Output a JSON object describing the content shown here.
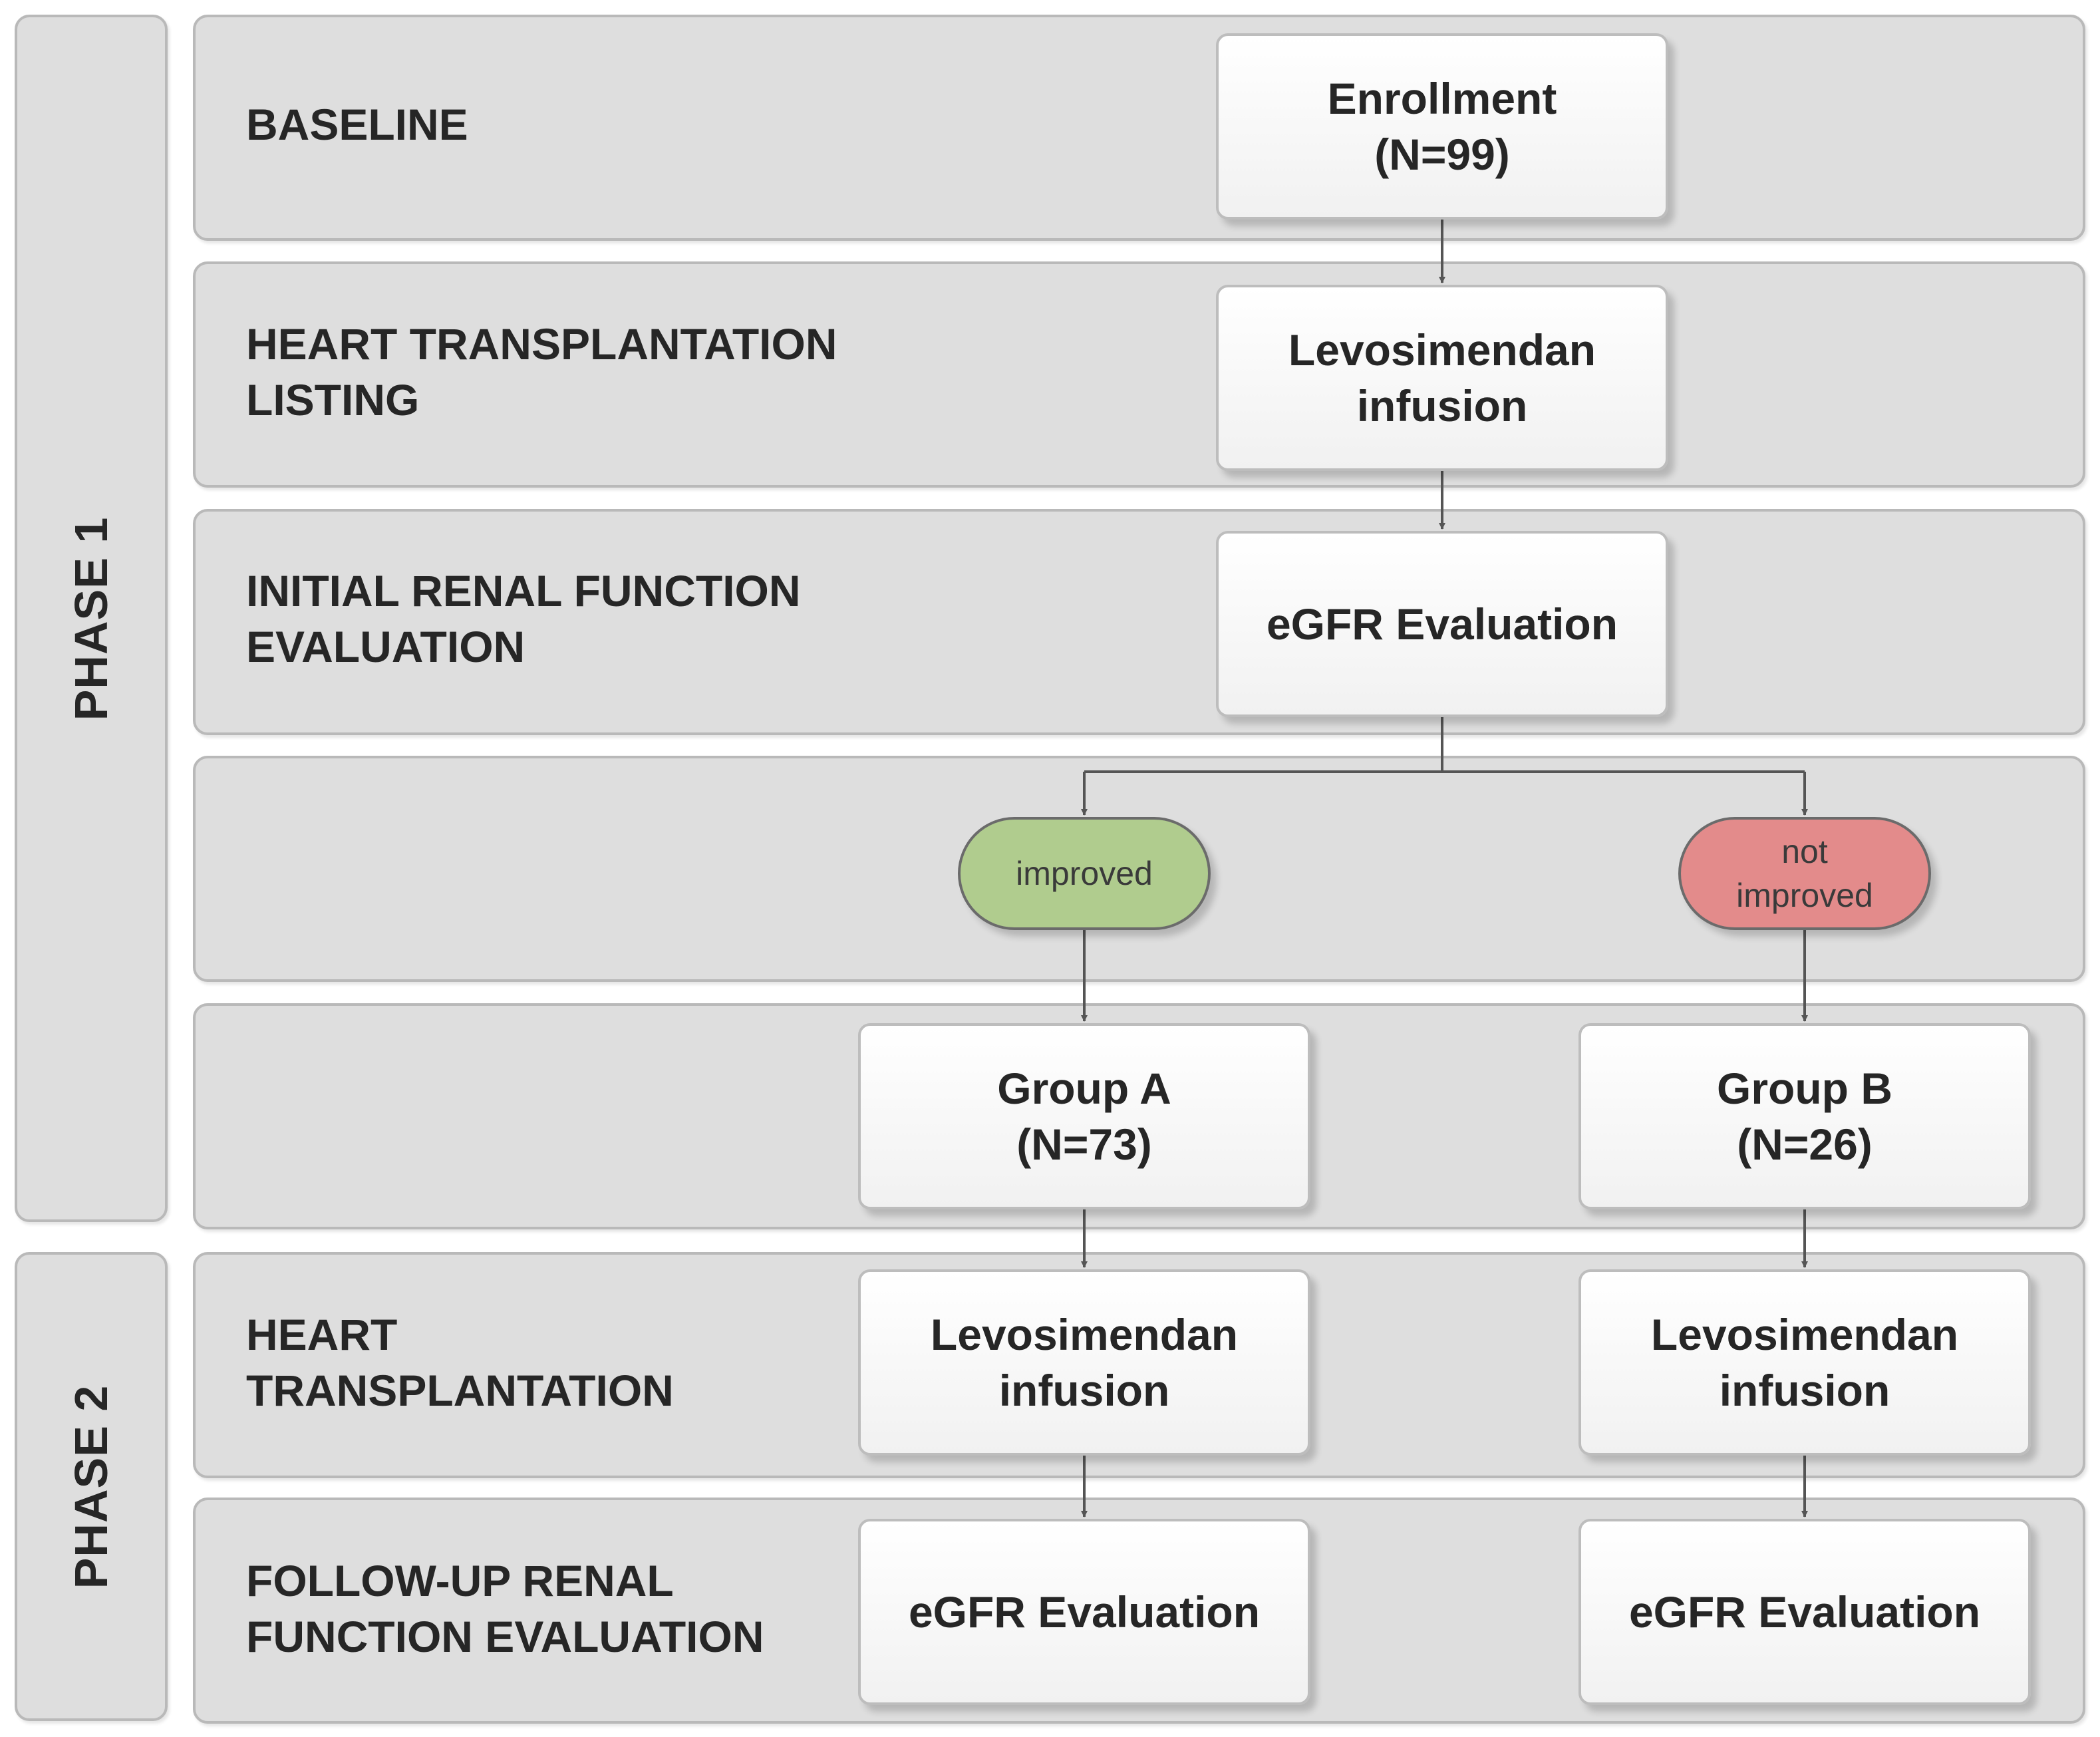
{
  "phases": [
    {
      "label": "PHASE 1"
    },
    {
      "label": "PHASE 2"
    }
  ],
  "rows": [
    {
      "lines": [
        "BASELINE"
      ]
    },
    {
      "lines": [
        "HEART TRANSPLANTATION",
        "LISTING"
      ]
    },
    {
      "lines": [
        "INITIAL RENAL FUNCTION",
        "EVALUATION"
      ]
    },
    {
      "lines": []
    },
    {
      "lines": []
    },
    {
      "lines": [
        "HEART",
        "TRANSPLANTATION"
      ]
    },
    {
      "lines": [
        "FOLLOW-UP RENAL",
        "FUNCTION EVALUATION"
      ]
    }
  ],
  "nodes": {
    "enrollment": {
      "lines": [
        "Enrollment",
        "(N=99)"
      ]
    },
    "levo1": {
      "lines": [
        "Levosimendan",
        "infusion"
      ]
    },
    "egfr1": {
      "lines": [
        "eGFR Evaluation"
      ]
    },
    "improved": {
      "lines": [
        "improved"
      ]
    },
    "not_improved": {
      "lines": [
        "not",
        "improved"
      ]
    },
    "group_a": {
      "lines": [
        "Group A",
        "(N=73)"
      ]
    },
    "group_b": {
      "lines": [
        "Group B",
        "(N=26)"
      ]
    },
    "levo_a": {
      "lines": [
        "Levosimendan",
        "infusion"
      ]
    },
    "levo_b": {
      "lines": [
        "Levosimendan",
        "infusion"
      ]
    },
    "egfr_a": {
      "lines": [
        "eGFR Evaluation"
      ]
    },
    "egfr_b": {
      "lines": [
        "eGFR Evaluation"
      ]
    }
  },
  "colors": {
    "band_fill": "#dedede",
    "improved_fill": "#b0cc8e",
    "not_improved_fill": "#e38b8b",
    "connector": "#555555"
  }
}
